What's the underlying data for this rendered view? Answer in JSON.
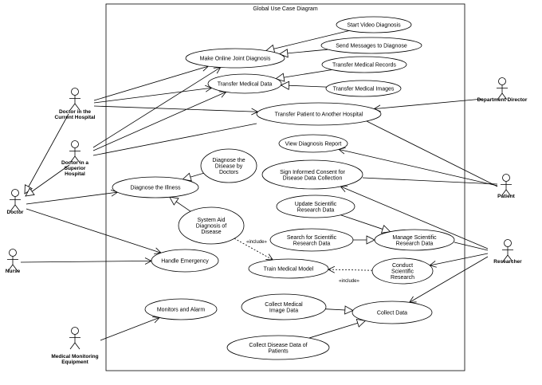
{
  "system_title": "Global Use Case Diagram",
  "actors": [
    {
      "id": "current",
      "name": "Doctor in the Current Hospital",
      "lines": [
        "Doctor in the",
        "Current Hospital"
      ]
    },
    {
      "id": "superior",
      "name": "Doctor in a Superior Hospital",
      "lines": [
        "Doctor in a",
        "Superior",
        "Hospital"
      ]
    },
    {
      "id": "doctor",
      "name": "Doctor",
      "lines": [
        "Doctor"
      ]
    },
    {
      "id": "nurse",
      "name": "Nurse",
      "lines": [
        "Nurse"
      ]
    },
    {
      "id": "equipment",
      "name": "Medical Monitoring Equipment",
      "lines": [
        "Medical Monitoring",
        "Equipment"
      ]
    },
    {
      "id": "director",
      "name": "Department Director",
      "lines": [
        "Department Director"
      ]
    },
    {
      "id": "patient",
      "name": "Patient",
      "lines": [
        "Patient"
      ]
    },
    {
      "id": "researcher",
      "name": "Researcher",
      "lines": [
        "Researcher"
      ]
    }
  ],
  "use_cases": [
    {
      "id": "video",
      "name": "Start Video Diagnosis",
      "lines": [
        "Start Video Diagnosis"
      ]
    },
    {
      "id": "messages",
      "name": "Send Messages to Diagnose",
      "lines": [
        "Send Messages to Diagnose"
      ]
    },
    {
      "id": "joint",
      "name": "Make Online Joint Diagnosis",
      "lines": [
        "Make Online Joint Diagnosis"
      ]
    },
    {
      "id": "records",
      "name": "Transfer Medical Records",
      "lines": [
        "Transfer Medical Records"
      ]
    },
    {
      "id": "data",
      "name": "Transfer Medical Data",
      "lines": [
        "Transfer Medical Data"
      ]
    },
    {
      "id": "images",
      "name": "Transfer Medical Images",
      "lines": [
        "Transfer Medical Images"
      ]
    },
    {
      "id": "transfer",
      "name": "Transfer Patient to Another Hospital",
      "lines": [
        "Transfer Patient to Another Hospital"
      ]
    },
    {
      "id": "report",
      "name": "View Diagnosis Report",
      "lines": [
        "View Diagnosis Report"
      ]
    },
    {
      "id": "bydoctors",
      "name": "Diagnose the Disease by Doctors",
      "lines": [
        "Diagnose the",
        "Disease by",
        "Doctors"
      ]
    },
    {
      "id": "consent",
      "name": "Sign Informed Consent for Disease Data Collection",
      "lines": [
        "Sign Informed Consent for",
        "Disease Data Collection"
      ]
    },
    {
      "id": "illness",
      "name": "Diagnose the Illness",
      "lines": [
        "Diagnose the Illness"
      ]
    },
    {
      "id": "update",
      "name": "Update Scientific Research Data",
      "lines": [
        "Update Scientific",
        "Research Data"
      ]
    },
    {
      "id": "sysaid",
      "name": "System Aid Diagnosis of Disease",
      "lines": [
        "System Aid",
        "Diagnosis of",
        "Disease"
      ]
    },
    {
      "id": "search",
      "name": "Search for Scientific Research Data",
      "lines": [
        "Search for Scientific",
        "Research Data"
      ]
    },
    {
      "id": "manage",
      "name": "Manage Scientific Research Data",
      "lines": [
        "Manage Scientific",
        "Research Data"
      ]
    },
    {
      "id": "emergency",
      "name": "Handle Emergency",
      "lines": [
        "Handle Emergency"
      ]
    },
    {
      "id": "train",
      "name": "Train Medical Model",
      "lines": [
        "Train Medical Model"
      ]
    },
    {
      "id": "conduct",
      "name": "Conduct Scientific Research",
      "lines": [
        "Conduct",
        "Scientific",
        "Research"
      ]
    },
    {
      "id": "monitors",
      "name": "Monitors and Alarm",
      "lines": [
        "Monitors and Alarm"
      ]
    },
    {
      "id": "imgdata",
      "name": "Collect Medical Image Data",
      "lines": [
        "Collect Medical",
        "Image Data"
      ]
    },
    {
      "id": "collect",
      "name": "Collect Data",
      "lines": [
        "Collect Data"
      ]
    },
    {
      "id": "patientdata",
      "name": "Collect Disease Data of Patients",
      "lines": [
        "Collect Disease Data of",
        "Patients"
      ]
    }
  ],
  "include_label_1": "«include»",
  "include_label_2": "«include»"
}
